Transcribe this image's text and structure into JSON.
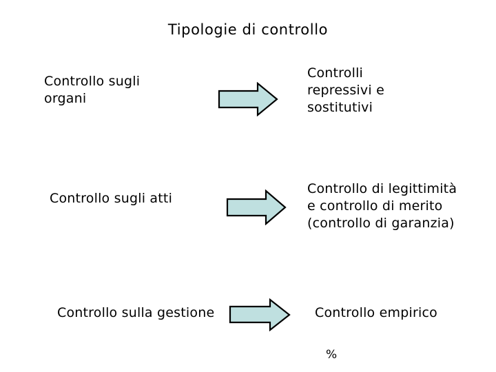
{
  "slide": {
    "title": "Tipologie di controllo",
    "background_color": "#ffffff",
    "text_color": "#000000",
    "arrow_fill_color": "#bfe0e0",
    "arrow_stroke_color": "#000000",
    "rows": [
      {
        "left_label": "Controllo sugli\norgani",
        "arrow": "right-arrow-icon",
        "right_label": "Controlli\nrepressivi e\nsostitutivi"
      },
      {
        "left_label": "Controllo sugli atti",
        "arrow": "right-arrow-icon",
        "right_label": "Controllo di legittimità\ne controllo di merito\n(controllo di garanzia)"
      },
      {
        "left_label": "Controllo sulla gestione",
        "arrow": "right-arrow-icon",
        "right_label": "Controllo empirico"
      }
    ],
    "footnote": "%"
  }
}
